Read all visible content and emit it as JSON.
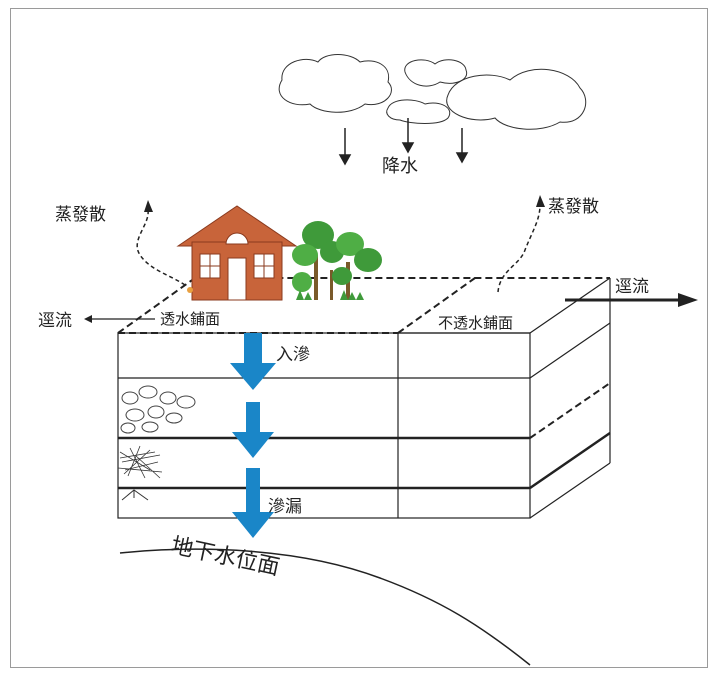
{
  "labels": {
    "precipitation": "降水",
    "evap_left": "蒸發散",
    "evap_right": "蒸發散",
    "runoff_left": "逕流",
    "runoff_right": "逕流",
    "permeable": "透水鋪面",
    "impermeable": "不透水鋪面",
    "infiltration": "入滲",
    "percolation": "滲漏",
    "water_table": "地下水位面"
  },
  "colors": {
    "arrow_blue": "#1a86c8",
    "house_brick": "#c8643a",
    "tree_green": "#3f9a3a",
    "line": "#222222"
  }
}
